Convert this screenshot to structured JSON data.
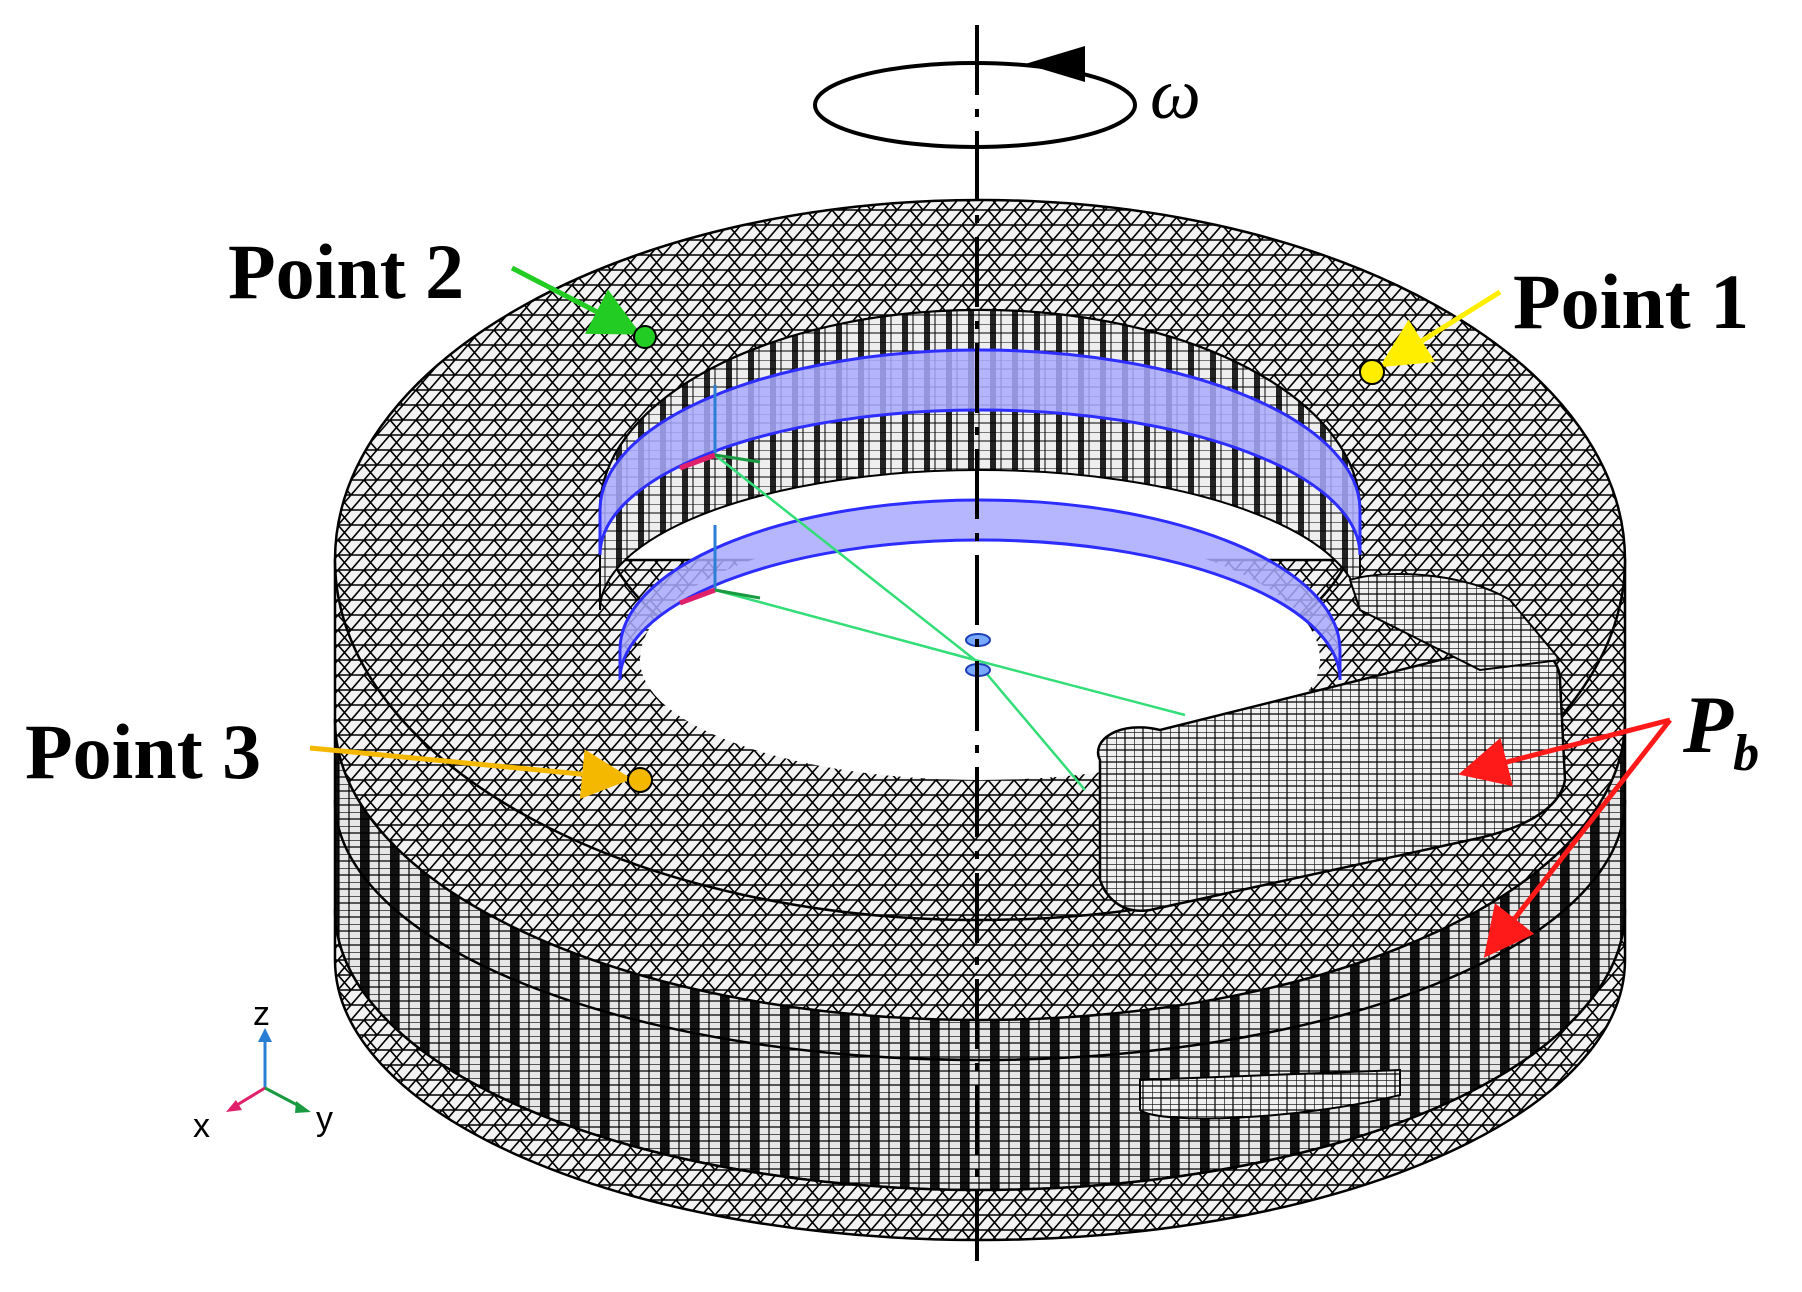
{
  "labels": {
    "omega": "ω",
    "point1": "Point 1",
    "point2": "Point 2",
    "point3": "Point 3",
    "pb_main": "P",
    "pb_sub": "b"
  },
  "triad": {
    "z": "z",
    "x": "x",
    "y": "y"
  },
  "colors": {
    "point1": "#ffee00",
    "point2": "#22cc22",
    "point3": "#f5b800",
    "pb_arrow": "#ff1a1a",
    "ring_band": "#a9a9ff",
    "ring_edge": "#2d2dff",
    "coupling": "#33dd77",
    "mesh_line": "#000000",
    "surface": "#f2f2f2",
    "triad_x": "#e0206a",
    "triad_y": "#1a9a40",
    "triad_z": "#2a7fd4"
  }
}
